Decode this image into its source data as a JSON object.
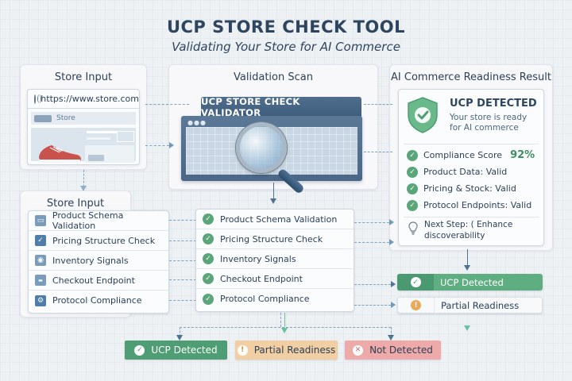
{
  "header": {
    "title": "UCP STORE CHECK TOOL",
    "subtitle": "Validating Your Store for AI Commerce"
  },
  "store_input": {
    "title": "Store Input",
    "url": "https://www.store.com",
    "store_label": "Store",
    "icon": "globe-icon"
  },
  "validation_scan": {
    "title": "Validation Scan",
    "validator_title": "UCP STORE CHECK VALIDATOR",
    "icon": "magnifier-icon"
  },
  "result": {
    "title": "AI Commerce Readiness Result",
    "status_title": "UCP DETECTED",
    "status_desc_line1": "Your store is ready",
    "status_desc_line2": "for AI commerce",
    "icon": "shield-check-icon",
    "items": [
      {
        "label": "Compliance Score",
        "value": "92%"
      },
      {
        "label": "Product Data: Valid"
      },
      {
        "label": "Pricing & Stock: Valid"
      },
      {
        "label": "Protocol Endpoints: Valid"
      }
    ],
    "next_step_line1": "Next Step: ( Enhance",
    "next_step_line2": "discoverability",
    "next_step_icon": "lightbulb-icon"
  },
  "checks_input": {
    "title": "Store Input",
    "items": [
      {
        "label": "Product Schema Validation",
        "icon": "schema-icon"
      },
      {
        "label": "Pricing Structure Check",
        "icon": "checkbox-icon"
      },
      {
        "label": "Inventory Signals",
        "icon": "inventory-icon"
      },
      {
        "label": "Checkout Endpoint",
        "icon": "endpoint-icon"
      },
      {
        "label": "Protocol Compliance",
        "icon": "gear-icon"
      }
    ]
  },
  "checks_results": {
    "items": [
      {
        "label": "Product Schema Validation"
      },
      {
        "label": "Pricing Structure Check"
      },
      {
        "label": "Inventory Signals"
      },
      {
        "label": "Checkout Endpoint"
      },
      {
        "label": "Protocol Compliance"
      }
    ]
  },
  "status_bars": [
    {
      "label": "UCP Detected",
      "icon": "check-icon"
    },
    {
      "label": "Partial Readiness",
      "icon": "warning-icon"
    }
  ],
  "outcomes": [
    {
      "label": "UCP Detected",
      "icon": "check-icon",
      "color": "#4e9d74"
    },
    {
      "label": "Partial Readiness",
      "icon": "warning-icon",
      "color": "#f2cfa2"
    },
    {
      "label": "Not Detected",
      "icon": "x-icon",
      "color": "#eeaaa8"
    }
  ],
  "colors": {
    "primary_text": "#2b3f57",
    "success": "#5aa67a",
    "success_dark": "#3e8f62",
    "warning": "#e8a95a",
    "danger": "#d97a78",
    "accent": "#4f6d8c"
  }
}
